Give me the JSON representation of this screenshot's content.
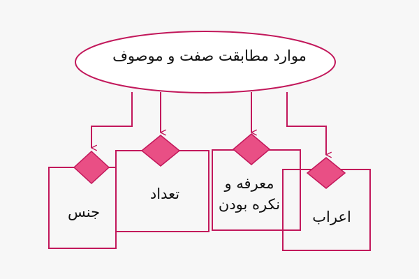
{
  "diagram": {
    "root": {
      "label": "موارد مطابقت صفت و موصوف"
    },
    "children": [
      {
        "id": "gender",
        "label": "جنس"
      },
      {
        "id": "number",
        "label": "تعداد"
      },
      {
        "id": "definiteness",
        "label": "معرفه و\nنکره بودن"
      },
      {
        "id": "case",
        "label": "اعراب"
      }
    ]
  },
  "colors": {
    "stroke": "#c2185b",
    "diamond_fill": "#e94f85",
    "background": "#f7f7f7",
    "text": "#111111"
  }
}
